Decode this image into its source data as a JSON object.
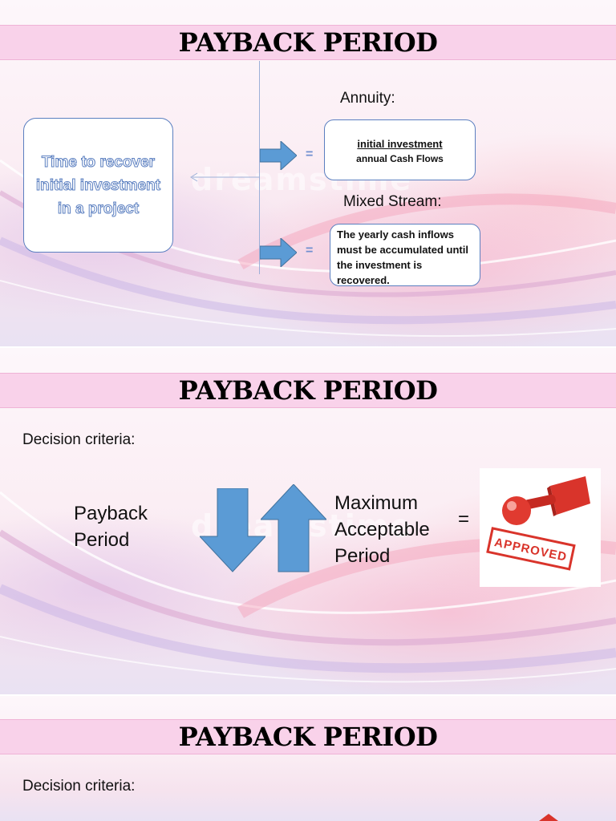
{
  "slides": [
    {
      "title": "PAYBACK PERIOD",
      "watermark": "dreamstime",
      "definition": "Time to recover initial investment in a project",
      "annuity_label": "Annuity:",
      "annuity_numerator": "initial investment",
      "annuity_denominator": "annual Cash Flows",
      "mixed_label": "Mixed Stream:",
      "mixed_text": "The yearly cash inflows must be accumulated until the investment is recovered.",
      "equals": "="
    },
    {
      "title": "PAYBACK PERIOD",
      "watermark": "dreamstime",
      "subtitle": "Decision criteria:",
      "left_term_line1": "Payback",
      "left_term_line2": "Period",
      "right_term_line1": "Maximum",
      "right_term_line2": "Acceptable",
      "right_term_line3": "Period",
      "equals": "=",
      "stamp_text": "APPROVED"
    },
    {
      "title": "PAYBACK PERIOD",
      "subtitle": "Decision criteria:"
    }
  ],
  "colors": {
    "banner": "#f9d2ea",
    "arrow_blue": "#5b9bd5",
    "box_border": "#5b7fc0",
    "stamp_red": "#d9342b"
  }
}
